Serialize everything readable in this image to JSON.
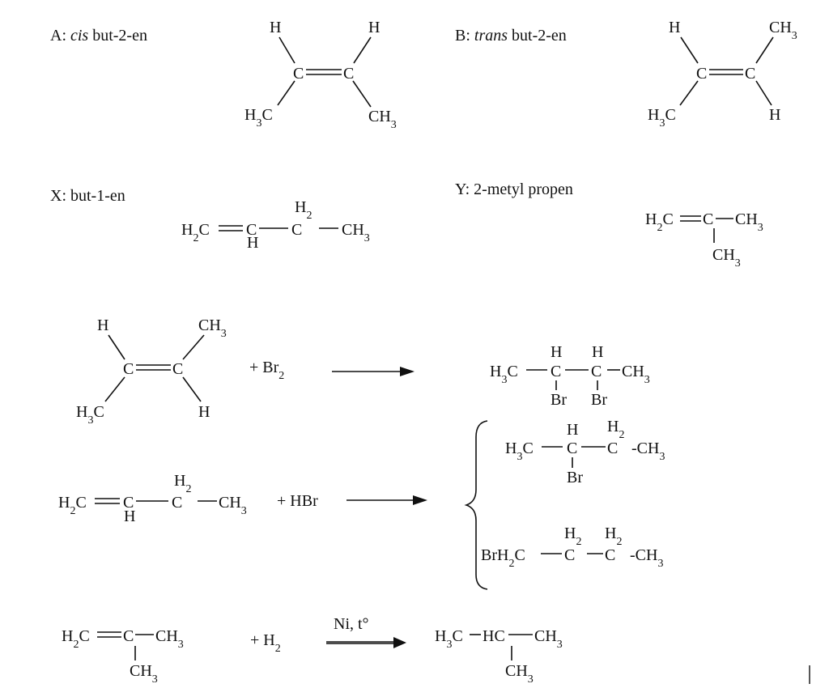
{
  "labels": {
    "a_prefix": "A: ",
    "a_italic": "cis",
    "a_suffix": " but-2-en",
    "b_prefix": "B: ",
    "b_italic": "trans",
    "b_suffix": " but-2-en",
    "x": "X: but-1-en",
    "y": "Y: 2-metyl propen"
  },
  "mol_a": {
    "h_left": "H",
    "h_right": "H",
    "c1": "C",
    "c2": "C",
    "left": "H3C",
    "right": "CH3"
  },
  "mol_b": {
    "h_left": "H",
    "ch3_top": "CH3",
    "c1": "C",
    "c2": "C",
    "left": "H3C",
    "h_bottom": "H"
  },
  "mol_x": {
    "h2c": "H2C",
    "c2": "C",
    "c2_h": "H",
    "c3": "C",
    "c3_h2": "H2",
    "ch3": "CH3"
  },
  "mol_y": {
    "h2c": "H2C",
    "c": "C",
    "ch3": "CH3",
    "ch3_bottom": "CH3"
  },
  "reaction1": {
    "reactant": {
      "h_left": "H",
      "ch3_top": "CH3",
      "c1": "C",
      "c2": "C",
      "left": "H3C",
      "h_bottom": "H"
    },
    "reagent": "+ Br2",
    "product": {
      "h3c": "H3C",
      "c2": "C",
      "c2_h": "H",
      "c2_br": "Br",
      "c3": "C",
      "c3_h": "H",
      "c3_br": "Br",
      "ch3": "CH3"
    }
  },
  "reaction2": {
    "reactant": {
      "h2c": "H2C",
      "c2": "C",
      "c2_h": "H",
      "c3": "C",
      "c3_h2": "H2",
      "ch3": "CH3"
    },
    "reagent": "+ HBr",
    "product_a": {
      "h3c": "H3C",
      "c2": "C",
      "c2_h": "H",
      "c2_br": "Br",
      "c3": "C",
      "c3_h2": "H2",
      "ch3": "-CH3"
    },
    "product_b": {
      "brh2c": "BrH2C",
      "c2": "C",
      "c2_h2": "H2",
      "c3": "C",
      "c3_h2": "H2",
      "ch3": "-CH3"
    }
  },
  "reaction3": {
    "reactant": {
      "h2c": "H2C",
      "c": "C",
      "ch3": "CH3",
      "ch3_bottom": "CH3"
    },
    "reagent": "+ H2",
    "condition": "Ni, t°",
    "product": {
      "h3c": "H3C",
      "hc": "HC",
      "ch3": "CH3",
      "ch3_bottom": "CH3"
    }
  }
}
